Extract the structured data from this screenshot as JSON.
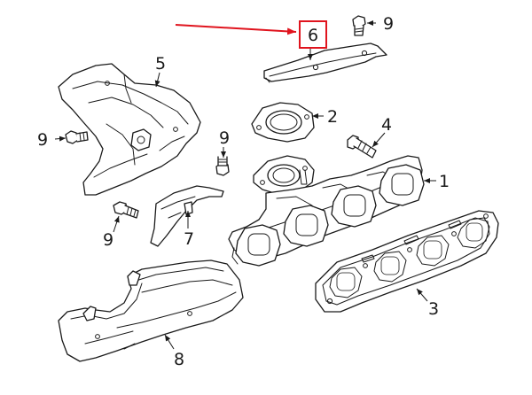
{
  "diagram": {
    "callouts": {
      "part1": "1",
      "part2": "2",
      "part3": "3",
      "part4": "4",
      "part5": "5",
      "part6": "6",
      "part7": "7",
      "part8": "8",
      "part9_top": "9",
      "part9_left": "9",
      "part9_middle": "9",
      "part9_lower": "9"
    },
    "highlight": {
      "part": "6",
      "box_color": "#e0141e",
      "arrow_color": "#e0141e"
    },
    "line_color": "#1a1a1a"
  }
}
